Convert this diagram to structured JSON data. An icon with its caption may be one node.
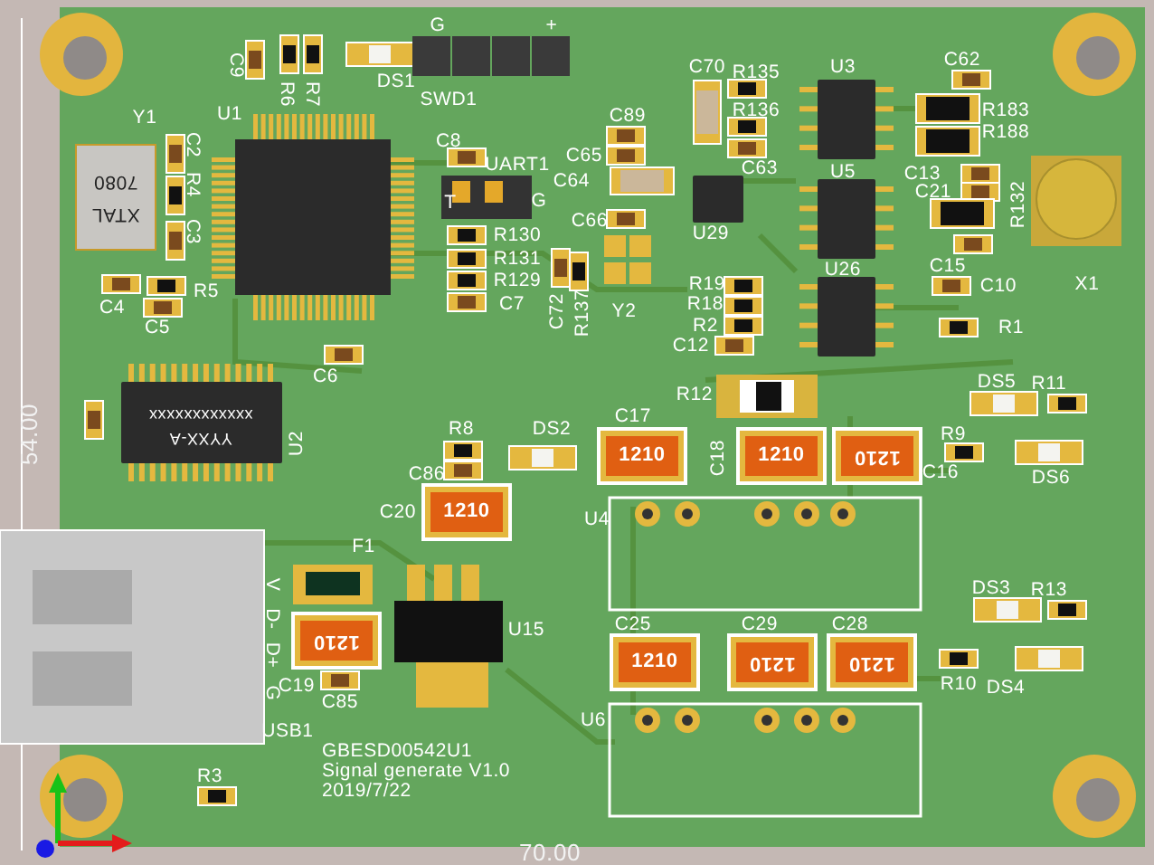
{
  "diagram": {
    "labels": [
      "C9",
      "R6",
      "R7",
      "G",
      "+",
      "DS1",
      "SWD1",
      "Y1",
      "U1",
      "C2",
      "R4",
      "C3",
      "XTAL",
      "7080",
      "C8",
      "UART1",
      "T",
      "G",
      "C65",
      "C89",
      "C70",
      "R135",
      "U3",
      "C62",
      "R136",
      "R183",
      "R188",
      "C64",
      "C63",
      "U5",
      "C13",
      "C21",
      "R132",
      "R130",
      "C66",
      "U29",
      "R131",
      "U26",
      "C15",
      "R129",
      "R19",
      "C10",
      "X1",
      "C4",
      "R5",
      "C7",
      "C72",
      "R137",
      "R18",
      "Y2",
      "C5",
      "R2",
      "R1",
      "C12",
      "C6",
      "R12",
      "DS5",
      "R11",
      "C17",
      "xxxxxxxxxxxx",
      "YYXX-A",
      "U2",
      "R8",
      "DS2",
      "54.00",
      "R9",
      "C18",
      "1210",
      "1210",
      "1210",
      "C86",
      "C16",
      "DS6",
      "C20",
      "1210",
      "U4",
      "F1",
      "V",
      "D-",
      "D+",
      "G",
      "DS3",
      "R13",
      "U15",
      "C25",
      "C29",
      "C28",
      "1210",
      "1210",
      "1210",
      "1210",
      "C19",
      "R10",
      "DS4",
      "C85",
      "U6",
      "USB1",
      "GBESD00542U1",
      "Signal generate V1.0",
      "2019/7/22",
      "R3",
      "70.00"
    ]
  }
}
